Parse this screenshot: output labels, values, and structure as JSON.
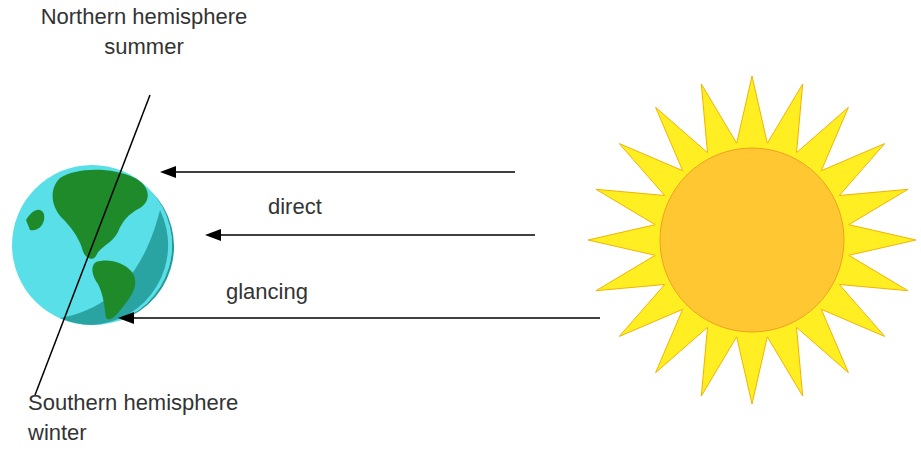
{
  "diagram": {
    "labels": [
      "Northern hemisphere summer",
      "direct",
      "glancing",
      "Southern hemisphere winter"
    ]
  }
}
